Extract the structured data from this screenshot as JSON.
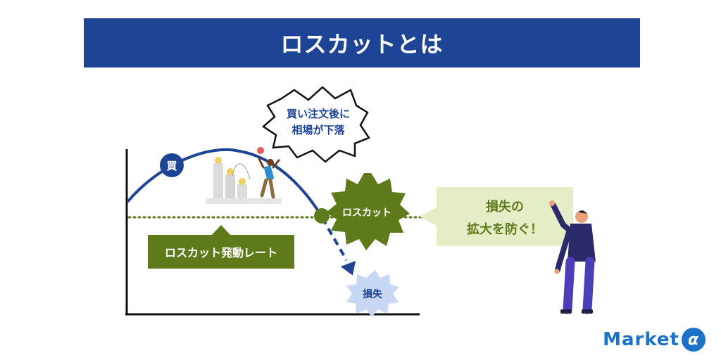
{
  "title": "ロスカットとは",
  "labels": {
    "buy": "買",
    "speech_line1": "買い注文後に",
    "speech_line2": "相場が下落",
    "losscut": "ロスカット",
    "losscut_rate": "ロスカット発動レート",
    "loss": "損失",
    "prevent_line1": "損失の",
    "prevent_line2": "拡大を防ぐ！"
  },
  "logo": {
    "text": "Market",
    "mark": "α"
  },
  "colors": {
    "title_bg": "#1e4496",
    "curve": "#1e4496",
    "green": "#5e7a1b",
    "light_green": "#e3eec6",
    "loss_burst": "#c7d8f5",
    "logo": "#1a73c8"
  }
}
